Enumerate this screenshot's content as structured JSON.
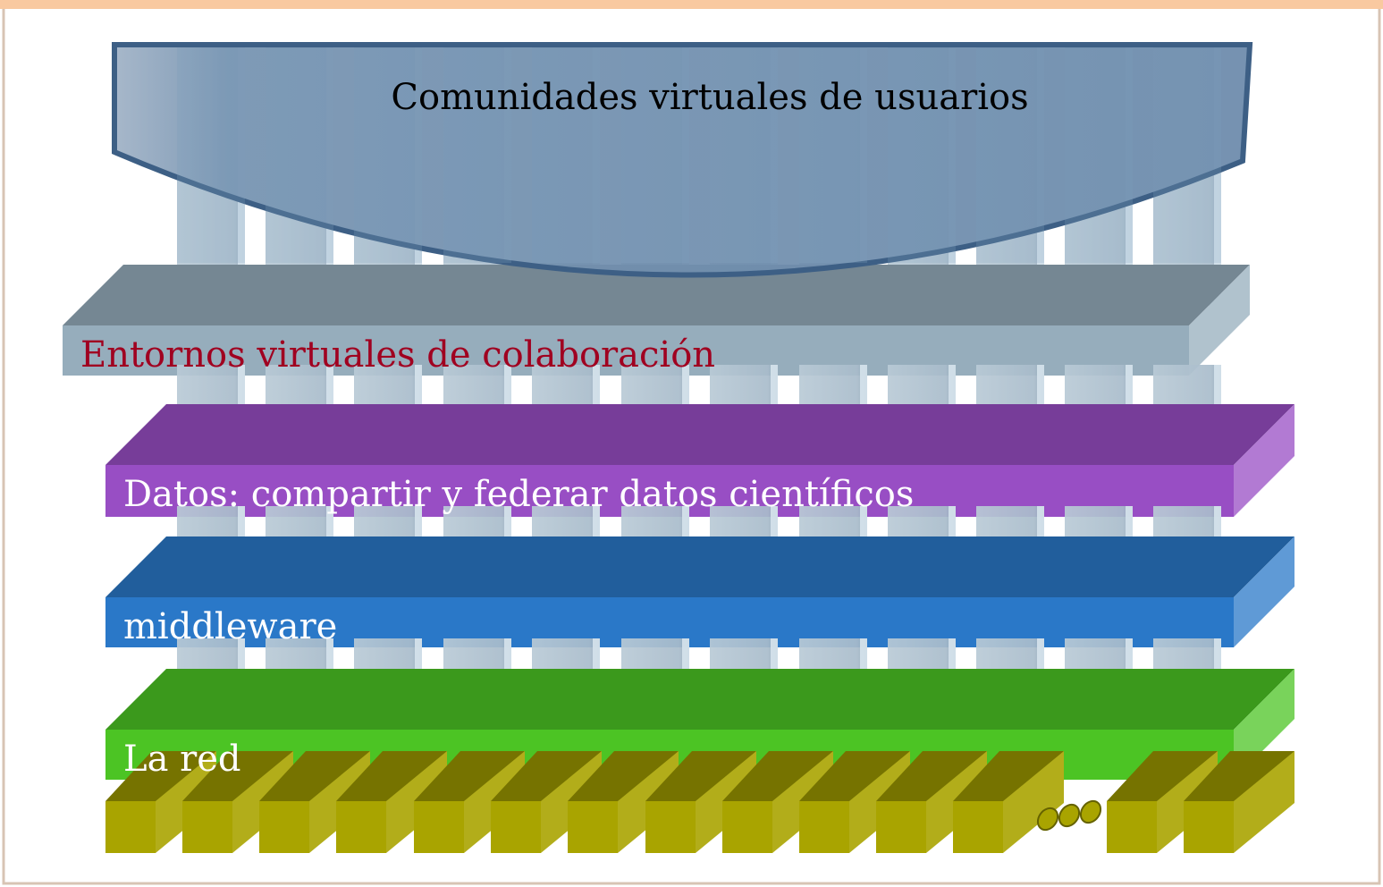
{
  "layers": {
    "communities": {
      "label": "Comunidades virtuales de usuarios",
      "color": "#6f8eae",
      "text_color": "#000000"
    },
    "collaboration": {
      "label": "Entornos virtuales de colaboración",
      "color": "#96adbc",
      "text_color": "#a00020"
    },
    "data": {
      "label": "Datos: compartir y federar datos científicos",
      "color": "#984ec4",
      "text_color": "#ffffff"
    },
    "middleware": {
      "label": "middleware",
      "color": "#2a78c8",
      "text_color": "#ffffff"
    },
    "network": {
      "label": "La red",
      "color": "#4cc424",
      "text_color": "#ffffff"
    }
  },
  "resources": {
    "color": "#a9a400",
    "ellipsis_icon": "ellipsis-dots"
  },
  "frame": {
    "top_border_color": "#f9c9a0",
    "side_border_color": "#d8c4b4"
  }
}
